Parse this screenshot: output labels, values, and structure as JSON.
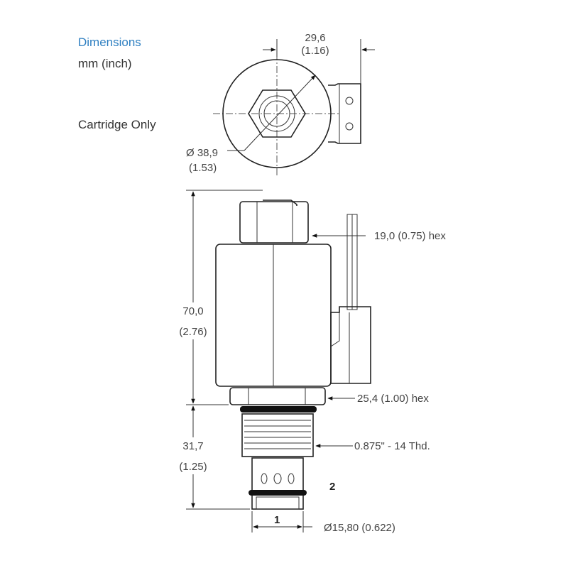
{
  "header": {
    "title": "Dimensions",
    "units": "mm (inch)",
    "subtitle": "Cartridge Only"
  },
  "dimensions": {
    "top_width_mm": "29,6",
    "top_width_in": "(1.16)",
    "coil_diameter_mm": "Ø 38,9",
    "coil_diameter_in": "(1.53)",
    "upper_hex": "19,0 (0.75) hex",
    "overall_height_mm": "70,0",
    "overall_height_in": "(2.76)",
    "lower_hex": "25,4 (1.00) hex",
    "cartridge_length_mm": "31,7",
    "cartridge_length_in": "(1.25)",
    "thread": "0.875\" - 14 Thd.",
    "nose_diameter": "Ø15,80 (0.622)"
  },
  "ports": {
    "port_1": "1",
    "port_2": "2"
  }
}
